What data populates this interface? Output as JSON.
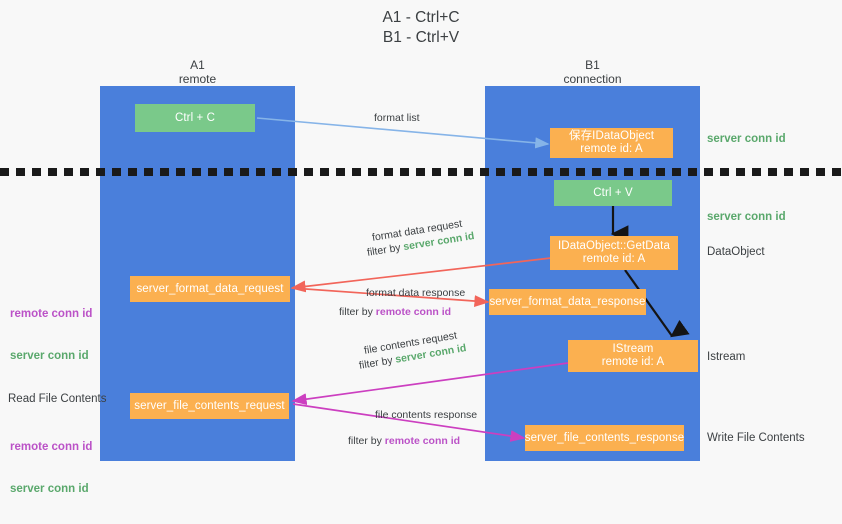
{
  "title": "A1 - Ctrl+C\nB1 - Ctrl+V",
  "columns": [
    {
      "name": "A1",
      "role": "remote",
      "label": "A1\nremote"
    },
    {
      "name": "B1",
      "role": "connection",
      "label": "B1\nconnection"
    }
  ],
  "colors": {
    "lane": "#4a7fdb",
    "green_box": "#7ac98a",
    "orange_box": "#fbb050",
    "background": "#f8f8f8",
    "server_conn_id": "#5aa86c",
    "remote_conn_id": "#bb52c7",
    "arrow_format_list": "#86b4e8",
    "arrow_format_data": "#f2655a",
    "arrow_file_contents": "#cc3fc0",
    "arrow_internal": "#141414",
    "divider": "#1a1a1a"
  },
  "boxes": {
    "ctrl_c": {
      "line1": "Ctrl + C",
      "line2": ""
    },
    "save_idataobject": {
      "line1": "保存IDataObject",
      "line2": "remote id: A"
    },
    "ctrl_v": {
      "line1": "Ctrl + V",
      "line2": ""
    },
    "getdata": {
      "line1": "IDataObject::GetData",
      "line2": "remote id: A"
    },
    "server_format_data_request": {
      "line1": "server_format_data_request",
      "line2": ""
    },
    "server_format_data_response": {
      "line1": "server_format_data_response",
      "line2": ""
    },
    "istream": {
      "line1": "IStream",
      "line2": "remote id: A"
    },
    "server_file_contents_request": {
      "line1": "server_file_contents_request",
      "line2": ""
    },
    "server_file_contents_response": {
      "line1": "server_file_contents_response",
      "line2": ""
    }
  },
  "side_labels": {
    "server_conn_id_top": "server conn id",
    "server_conn_id_mid": "server conn id",
    "dataobject": "DataObject",
    "istream": "Istream",
    "write_file_contents": "Write File Contents",
    "read_file_contents": "Read File Contents"
  },
  "conn_groups": {
    "format": {
      "remote": "remote conn id",
      "server": "server conn id"
    },
    "file": {
      "remote": "remote conn id",
      "server": "server conn id"
    }
  },
  "edges": {
    "format_list": {
      "label": "format list"
    },
    "format_data_request": {
      "label": "format data request",
      "filter_prefix": "filter by ",
      "filter_value": "server conn id"
    },
    "format_data_response": {
      "label": "format data response",
      "filter_prefix": "filter by ",
      "filter_value": "remote conn id"
    },
    "file_contents_request": {
      "label": "file contents request",
      "filter_prefix": "filter by ",
      "filter_value": "server conn id"
    },
    "file_contents_response": {
      "label": "file contents response",
      "filter_prefix": "filter by ",
      "filter_value": "remote conn id"
    }
  }
}
